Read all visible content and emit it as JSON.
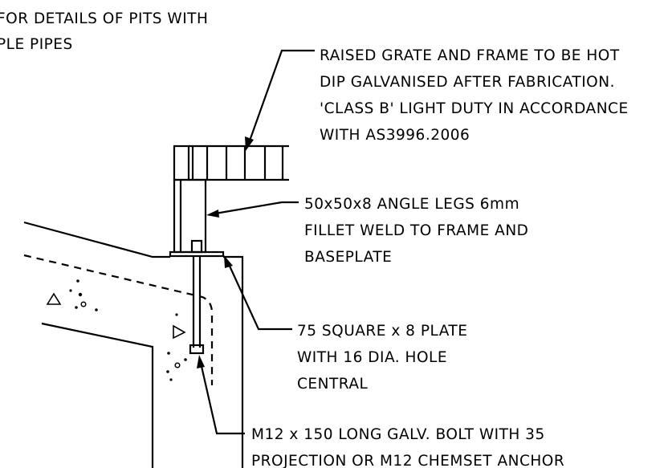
{
  "notes": {
    "top_left": {
      "line1": "FOR DETAILS OF PITS WITH",
      "line2": "PLE PIPES"
    },
    "grate": {
      "line1": "RAISED GRATE AND FRAME TO BE HOT",
      "line2": "DIP GALVANISED AFTER FABRICATION.",
      "line3": "'CLASS B' LIGHT DUTY IN ACCORDANCE",
      "line4": "WITH AS3996.2006"
    },
    "angle": {
      "line1": "50x50x8 ANGLE LEGS 6mm",
      "line2": "FILLET WELD TO FRAME AND",
      "line3": "BASEPLATE"
    },
    "plate": {
      "line1": "75 SQUARE x 8 PLATE",
      "line2": "WITH 16 DIA. HOLE",
      "line3": "CENTRAL"
    },
    "bolt": {
      "line1": "M12 x 150 LONG GALV. BOLT WITH 35",
      "line2": "PROJECTION OR M12 CHEMSET ANCHOR"
    }
  }
}
